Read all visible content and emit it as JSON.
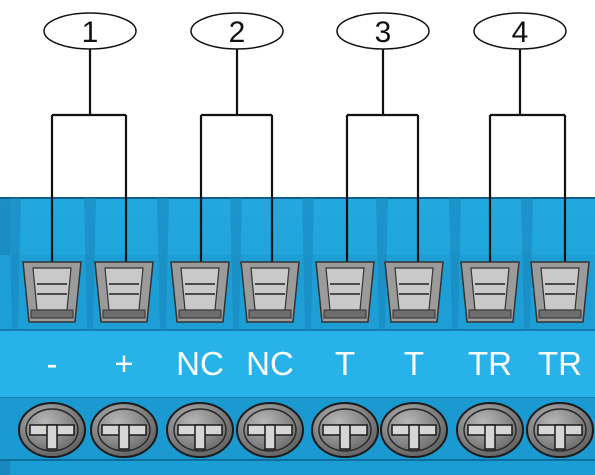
{
  "callouts": [
    {
      "number": "1"
    },
    {
      "number": "2"
    },
    {
      "number": "3"
    },
    {
      "number": "4"
    }
  ],
  "terminals": [
    {
      "label": "-"
    },
    {
      "label": "+"
    },
    {
      "label": "NC"
    },
    {
      "label": "NC"
    },
    {
      "label": "T"
    },
    {
      "label": "T"
    },
    {
      "label": "TR"
    },
    {
      "label": "TR"
    }
  ],
  "colors": {
    "block_blue": "#1ea5dc",
    "block_dark_blue": "#1574a8",
    "label_strip": "#27b2ea",
    "clamp_gray": "#8a8a8a",
    "screw_gray": "#7a7a7a"
  }
}
